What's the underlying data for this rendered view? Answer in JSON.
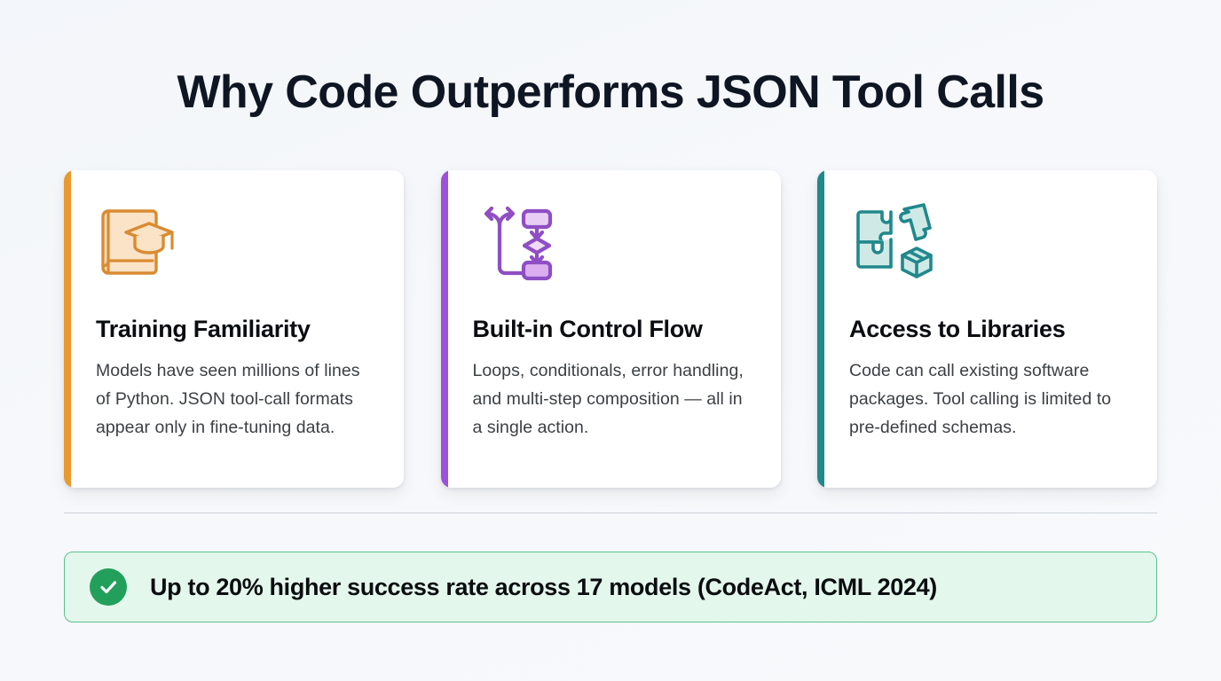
{
  "page": {
    "title": "Why Code Outperforms JSON Tool Calls",
    "background_color": "#f5f8fb"
  },
  "cards": [
    {
      "accent_color": "#e8992f",
      "icon": "book-graduation-cap-icon",
      "title": "Training Familiarity",
      "body": "Models have seen millions of lines of Python. JSON tool-call formats appear only in fine-tuning data."
    },
    {
      "accent_color": "#9b51d9",
      "icon": "flowchart-branch-icon",
      "title": "Built-in Control Flow",
      "body": "Loops, conditionals, error handling, and multi-step composition — all in a single action."
    },
    {
      "accent_color": "#21888c",
      "icon": "puzzle-pieces-package-icon",
      "title": "Access to Libraries",
      "body": "Code can call existing software packages. Tool calling is limited to pre-defined schemas."
    }
  ],
  "banner": {
    "icon": "check-circle-icon",
    "text": "Up to 20% higher success rate across 17 models (CodeAct, ICML 2024)",
    "badge_color": "#22a05b",
    "background_color": "#e4f7ec",
    "border_color": "#5cc08d"
  }
}
